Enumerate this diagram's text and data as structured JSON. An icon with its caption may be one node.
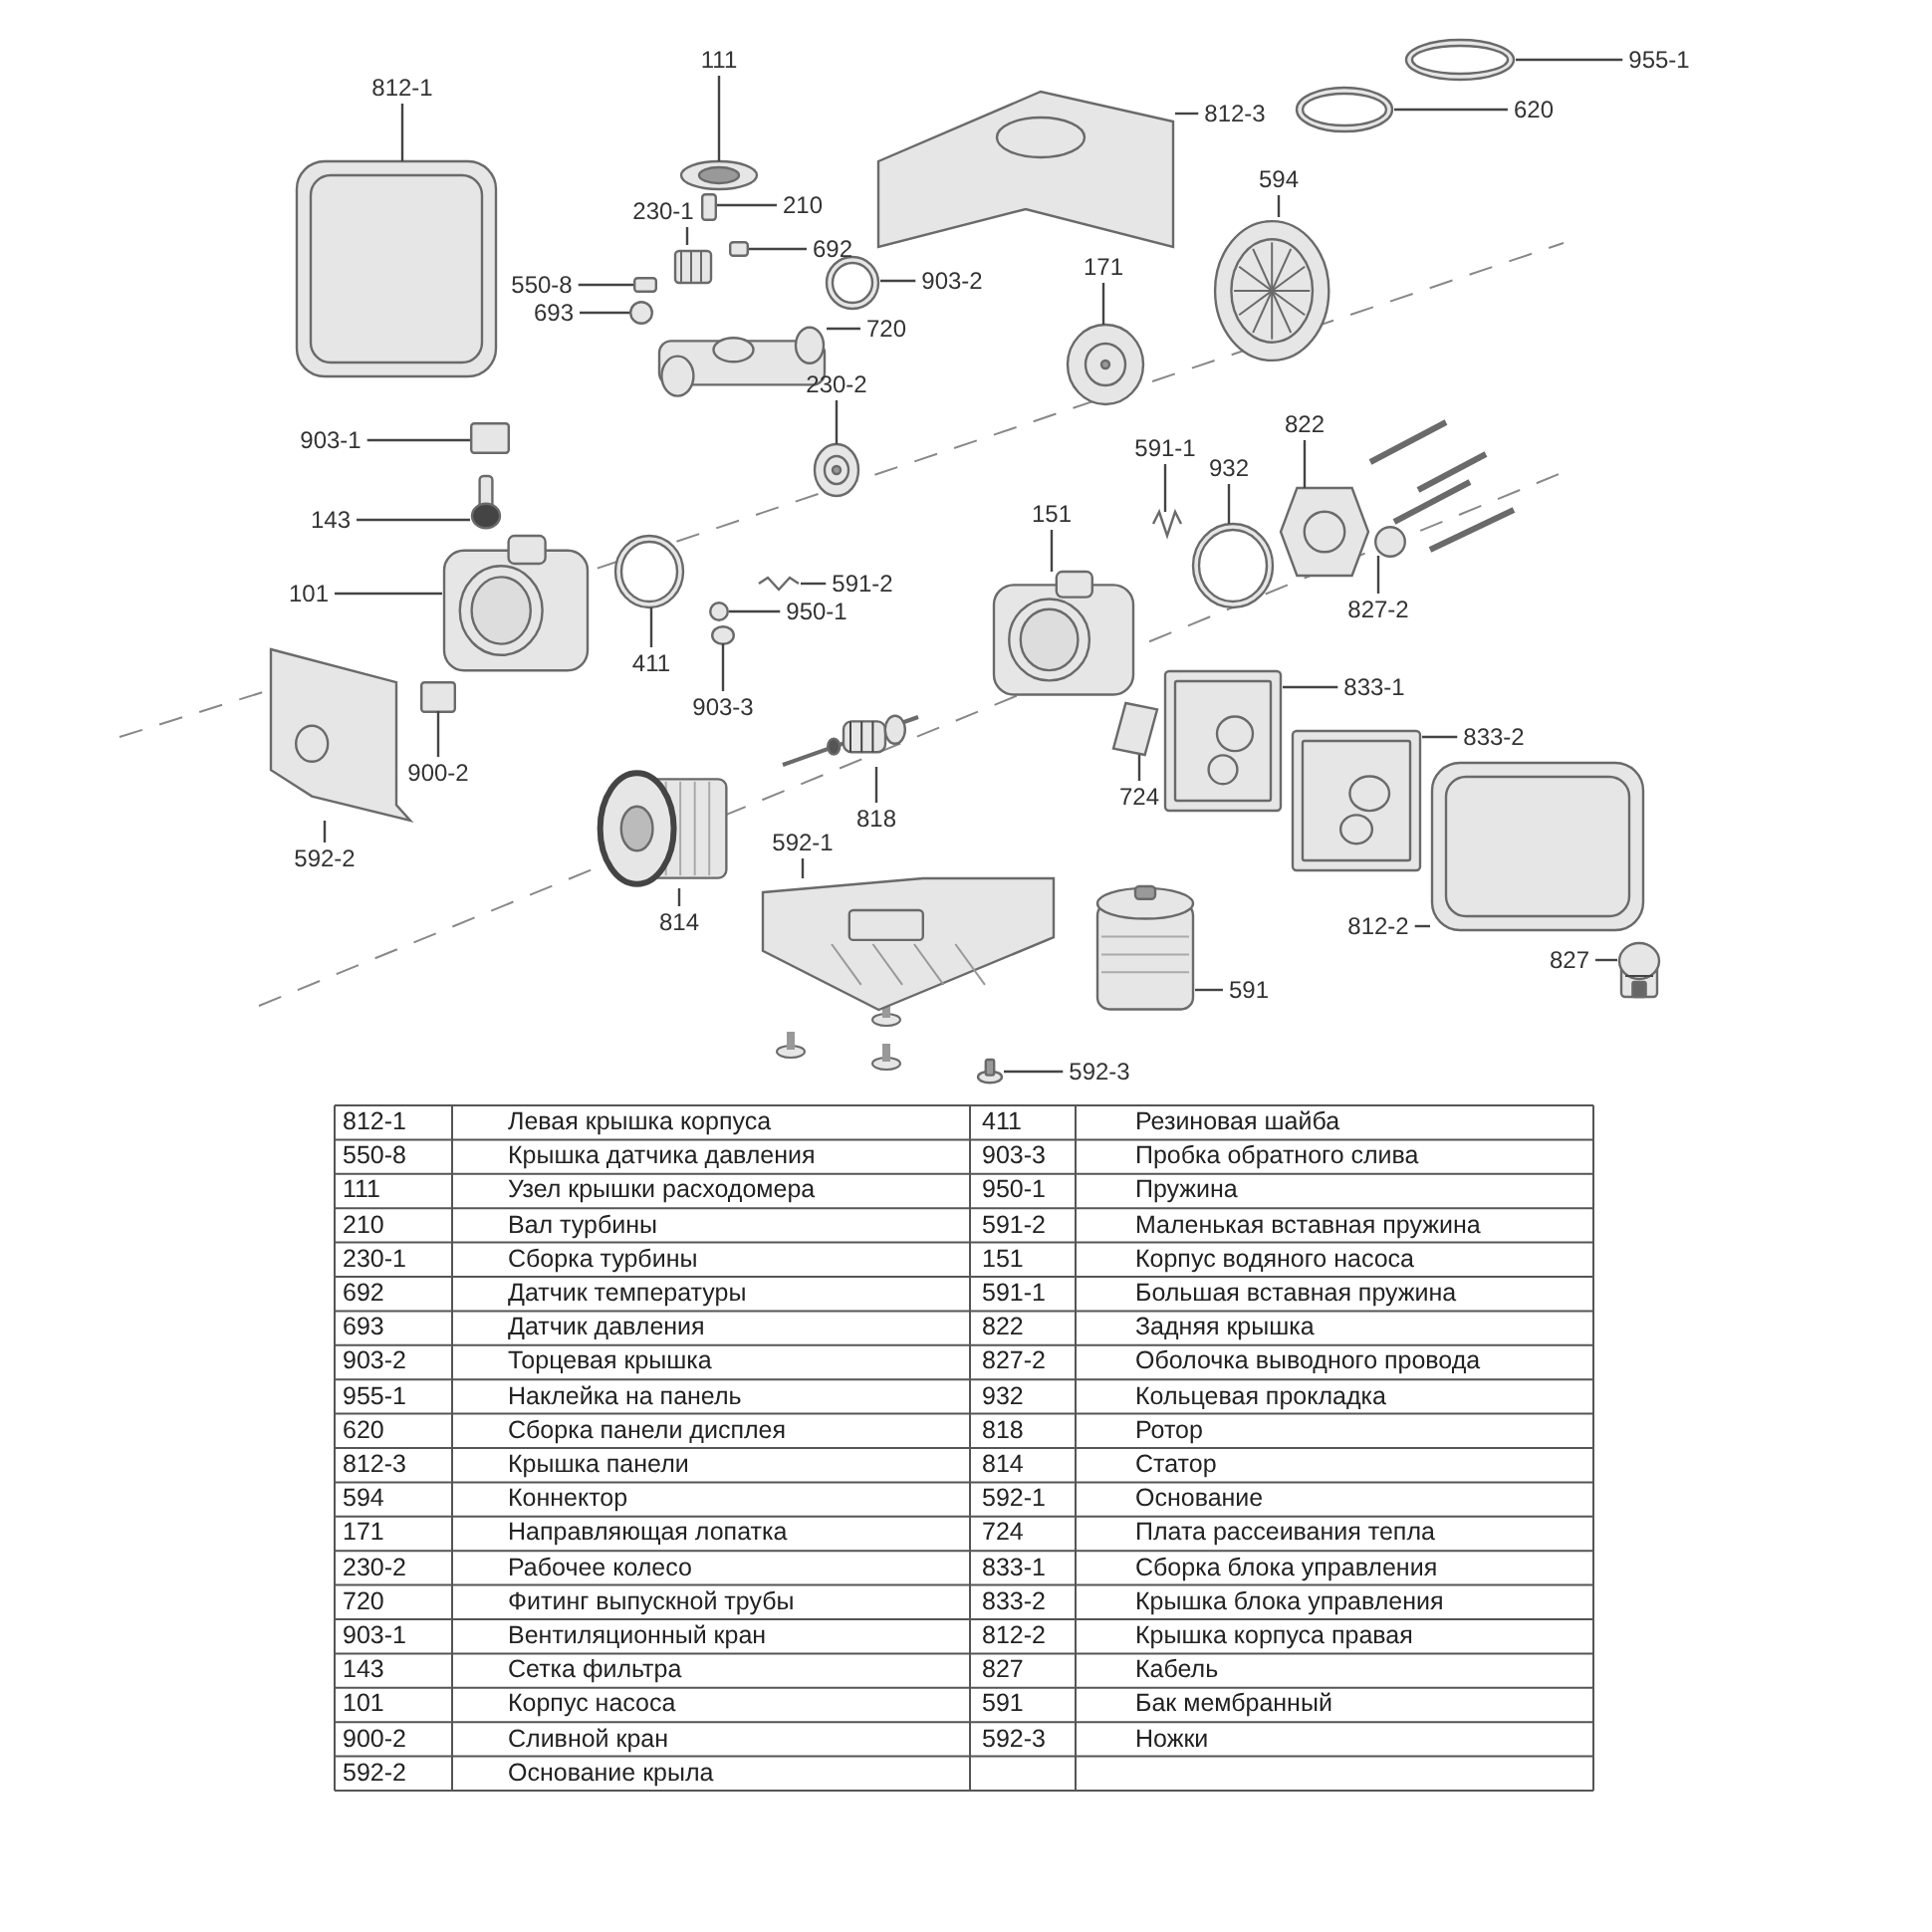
{
  "diagram": {
    "nodes": [
      {
        "text": [
          "812-1"
        ]
      },
      {
        "text": [],
        "shape": "picture"
      },
      {
        "text": [
          "111"
        ]
      },
      {
        "text": [],
        "shape": "picture"
      },
      {
        "text": [
          "210"
        ]
      },
      {
        "text": [],
        "shape": "box"
      },
      {
        "text": [
          "230-1"
        ]
      },
      {
        "text": [],
        "shape": "picture"
      },
      {
        "text": [
          "692"
        ]
      },
      {
        "text": [],
        "shape": "box"
      },
      {
        "text": [
          "550-8"
        ]
      },
      {
        "text": [],
        "shape": "box"
      },
      {
        "text": [
          "693"
        ]
      },
      {
        "text": [],
        "shape": "circle"
      },
      {
        "text": [
          "903-2"
        ]
      },
      {
        "text": [],
        "shape": "picture"
      },
      {
        "text": [
          "720"
        ]
      },
      {
        "text": [],
        "shape": "picture"
      },
      {
        "text": [
          "812-3"
        ]
      },
      {
        "text": [],
        "shape": "picture"
      },
      {
        "text": [
          "955-1"
        ]
      },
      {
        "text": [],
        "shape": "picture"
      },
      {
        "text": [
          "620"
        ]
      },
      {
        "text": [],
        "shape": "picture"
      },
      {
        "text": [
          "594"
        ]
      },
      {
        "text": [],
        "shape": "picture"
      },
      {
        "text": [
          "171"
        ]
      },
      {
        "text": [],
        "shape": "picture"
      },
      {
        "text": [
          "230-2"
        ]
      },
      {
        "text": [],
        "shape": "picture"
      },
      {
        "text": [
          "903-1"
        ]
      },
      {
        "text": [],
        "shape": "box"
      },
      {
        "text": [
          "143"
        ]
      },
      {
        "text": [],
        "shape": "picture"
      },
      {
        "text": [
          "101"
        ]
      },
      {
        "text": [],
        "shape": "picture"
      },
      {
        "text": [
          "591-1"
        ]
      },
      {
        "text": [],
        "shape": "picture"
      },
      {
        "text": [
          "932"
        ]
      },
      {
        "text": [],
        "shape": "picture"
      },
      {
        "text": [
          "822"
        ]
      },
      {
        "text": [],
        "shape": "picture"
      },
      {
        "text": [
          "151"
        ]
      },
      {
        "text": [],
        "shape": "picture"
      },
      {
        "text": [
          "591-2"
        ]
      },
      {
        "text": [],
        "shape": "picture"
      },
      {
        "text": [
          "950-1"
        ]
      },
      {
        "text": [],
        "shape": "circle"
      },
      {
        "text": [
          "411"
        ]
      },
      {
        "text": [],
        "shape": "picture"
      },
      {
        "text": [
          "903-3"
        ]
      },
      {
        "text": [],
        "shape": "circle"
      },
      {
        "text": [
          "827-2"
        ]
      },
      {
        "text": [],
        "shape": "circle"
      },
      {
        "text": [
          "833-1"
        ]
      },
      {
        "text": [],
        "shape": "picture"
      },
      {
        "text": [
          "833-2"
        ]
      },
      {
        "text": [],
        "shape": "picture"
      },
      {
        "text": [
          "724"
        ]
      },
      {
        "text": [],
        "shape": "picture"
      },
      {
        "text": [
          "900-2"
        ]
      },
      {
        "text": [],
        "shape": "box"
      },
      {
        "text": [
          "592-2"
        ]
      },
      {
        "text": [],
        "shape": "picture"
      },
      {
        "text": [
          "818"
        ]
      },
      {
        "text": [],
        "shape": "picture"
      },
      {
        "text": [
          "814"
        ]
      },
      {
        "text": [],
        "shape": "picture"
      },
      {
        "text": [
          "592-1"
        ]
      },
      {
        "text": [],
        "shape": "picture"
      },
      {
        "text": [
          "591"
        ]
      },
      {
        "text": [],
        "shape": "picture"
      },
      {
        "text": [
          "812-2"
        ]
      },
      {
        "text": [],
        "shape": "picture"
      },
      {
        "text": [
          "827"
        ]
      },
      {
        "text": [],
        "shape": "picture"
      },
      {
        "text": [
          "592-3"
        ]
      },
      {
        "text": [],
        "shape": "picture"
      }
    ],
    "edges": [
      {
        "from": 0,
        "to": 1,
        "arrow": "none"
      },
      {
        "from": 2,
        "to": 3,
        "arrow": "none"
      },
      {
        "from": 4,
        "to": 5,
        "arrow": "none"
      },
      {
        "from": 6,
        "to": 7,
        "arrow": "none"
      },
      {
        "from": 8,
        "to": 9,
        "arrow": "none"
      },
      {
        "from": 10,
        "to": 11,
        "arrow": "none"
      },
      {
        "from": 12,
        "to": 13,
        "arrow": "none"
      },
      {
        "from": 14,
        "to": 15,
        "arrow": "none"
      },
      {
        "from": 16,
        "to": 17,
        "arrow": "none"
      },
      {
        "from": 18,
        "to": 19,
        "arrow": "none"
      },
      {
        "from": 20,
        "to": 21,
        "arrow": "none"
      },
      {
        "from": 22,
        "to": 23,
        "arrow": "none"
      },
      {
        "from": 24,
        "to": 25,
        "arrow": "none"
      },
      {
        "from": 26,
        "to": 27,
        "arrow": "none"
      },
      {
        "from": 28,
        "to": 29,
        "arrow": "none"
      },
      {
        "from": 30,
        "to": 31,
        "arrow": "none"
      },
      {
        "from": 32,
        "to": 33,
        "arrow": "none"
      },
      {
        "from": 34,
        "to": 35,
        "arrow": "none"
      },
      {
        "from": 36,
        "to": 37,
        "arrow": "none"
      },
      {
        "from": 38,
        "to": 39,
        "arrow": "none"
      },
      {
        "from": 40,
        "to": 41,
        "arrow": "none"
      },
      {
        "from": 42,
        "to": 43,
        "arrow": "none"
      },
      {
        "from": 44,
        "to": 45,
        "arrow": "none"
      },
      {
        "from": 46,
        "to": 47,
        "arrow": "none"
      },
      {
        "from": 48,
        "to": 49,
        "arrow": "none"
      },
      {
        "from": 50,
        "to": 51,
        "arrow": "none"
      },
      {
        "from": 52,
        "to": 53,
        "arrow": "none"
      },
      {
        "from": 54,
        "to": 55,
        "arrow": "none"
      },
      {
        "from": 56,
        "to": 57,
        "arrow": "none"
      },
      {
        "from": 58,
        "to": 59,
        "arrow": "none"
      },
      {
        "from": 60,
        "to": 61,
        "arrow": "none"
      },
      {
        "from": 62,
        "to": 63,
        "arrow": "none"
      },
      {
        "from": 64,
        "to": 65,
        "arrow": "none"
      },
      {
        "from": 66,
        "to": 67,
        "arrow": "none"
      },
      {
        "from": 68,
        "to": 69,
        "arrow": "none"
      },
      {
        "from": 70,
        "to": 71,
        "arrow": "none"
      },
      {
        "from": 72,
        "to": 73,
        "arrow": "none"
      },
      {
        "from": 74,
        "to": 75,
        "arrow": "none"
      },
      {
        "from": 76,
        "to": 77,
        "arrow": "none"
      }
    ],
    "labels": [
      "812-1",
      "Левая крышка корпуса",
      "411",
      "Резиновая шайба",
      "550-8",
      "Крышка датчика давления",
      "903-3",
      "Пробка обратного слива",
      "111",
      "Узел крышки расходомера",
      "950-1",
      "Пружина",
      "210",
      "Вал турбины",
      "591-2",
      "Маленькая вставная пружина",
      "230-1",
      "Сборка турбины",
      "151",
      "Корпус водяного насоса",
      "692",
      "Датчик температуры",
      "591-1",
      "Большая вставная пружина",
      "693",
      "Датчик давления",
      "822",
      "Задняя крышка",
      "903-2",
      "Торцевая крышка",
      "827-2",
      "Оболочка выводного провода",
      "955-1",
      "Наклейка на панель",
      "932",
      "Кольцевая прокладка",
      "620",
      "Сборка панели дисплея",
      "818",
      "Ротор",
      "812-3",
      "Крышка панели",
      "814",
      "Статор",
      "594",
      "Коннектор",
      "592-1",
      "Основание",
      "171",
      "Направляющая лопатка",
      "724",
      "Плата рассеивания тепла",
      "230-2",
      "Рабочее колесо",
      "833-1",
      "Сборка блока управления",
      "720",
      "Фитинг выпускной трубы",
      "833-2",
      "Крышка блока управления",
      "903-1",
      "Вентиляционный кран",
      "812-2",
      "Крышка корпуса правая",
      "143",
      "Сетка фильтра",
      "827",
      "Кабель",
      "101",
      "Корпус насоса",
      "591",
      "Бак мембранный",
      "900-2",
      "Сливной кран",
      "592-3",
      "Ножки",
      "592-2",
      "Основание крыла"
    ]
  }
}
